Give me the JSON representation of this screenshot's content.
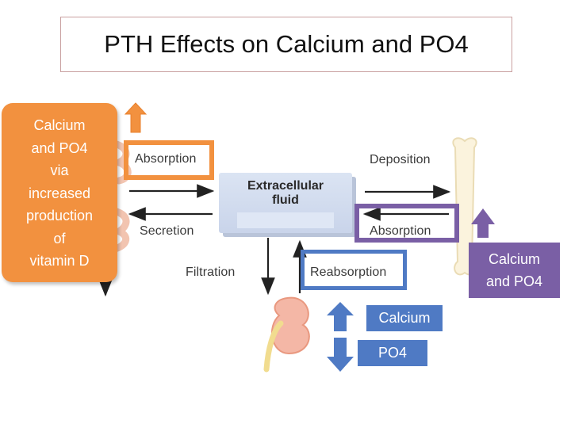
{
  "title": "PTH Effects on Calcium and PO4",
  "center": {
    "line1": "Extracellular",
    "line2": "fluid"
  },
  "processes": {
    "absorption_left": "Absorption",
    "secretion": "Secretion",
    "deposition": "Deposition",
    "absorption_right": "Absorption",
    "filtration": "Filtration",
    "reabsorption": "Reabsorption"
  },
  "callouts": {
    "gut": {
      "lines": [
        "Calcium",
        "and PO4",
        "via",
        "increased",
        "production",
        "of",
        "vitamin D"
      ],
      "direction": "up"
    },
    "bone": {
      "lines": [
        "Calcium",
        "and PO4"
      ],
      "direction": "up"
    },
    "kidney_calcium": {
      "text": "Calcium",
      "direction": "up"
    },
    "kidney_po4": {
      "text": "PO4",
      "direction": "down"
    }
  },
  "colors": {
    "orange": "#f2913f",
    "purple": "#7a5fa5",
    "blue": "#4f7ac4",
    "ecf": "#d3dcef"
  },
  "icons": [
    "up-arrow-icon",
    "down-arrow-icon",
    "bone-icon",
    "kidney-icon",
    "intestine-icon"
  ]
}
